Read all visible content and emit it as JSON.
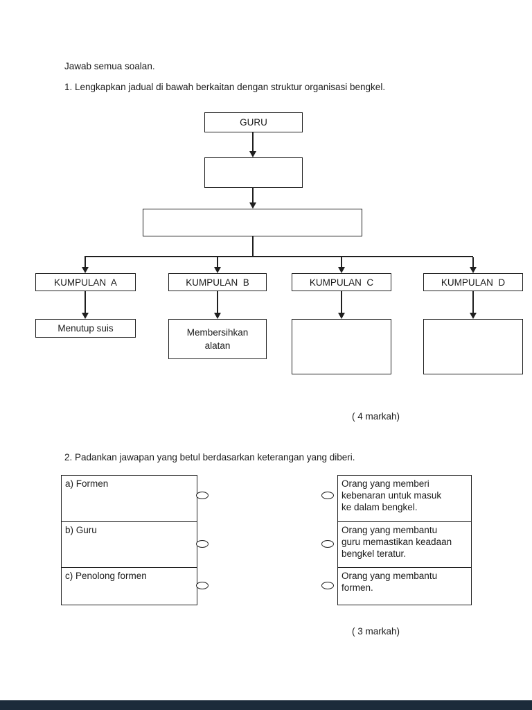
{
  "page": {
    "instruction": "Jawab semua soalan.",
    "footer_bar_color": "#1c2b3a"
  },
  "q1": {
    "prompt": "1. Lengkapkan jadual di bawah berkaitan dengan struktur organisasi bengkel.",
    "marks": "( 4 markah)",
    "chart": {
      "type": "org-chart",
      "root": "GURU",
      "level2_blank": "",
      "level3_blank": "",
      "groups": [
        {
          "label": "KUMPULAN  A",
          "task": "Menutup suis"
        },
        {
          "label": "KUMPULAN  B",
          "task": "Membersihkan alatan"
        },
        {
          "label": "KUMPULAN  C",
          "task": ""
        },
        {
          "label": "KUMPULAN  D",
          "task": ""
        }
      ]
    }
  },
  "q2": {
    "prompt": "2. Padankan jawapan yang betul berdasarkan keterangan yang diberi.",
    "marks": "( 3 markah)",
    "left_items": [
      {
        "label": "a) Formen"
      },
      {
        "label": "b) Guru"
      },
      {
        "label": "c) Penolong formen"
      }
    ],
    "right_items": [
      {
        "text": "Orang yang memberi kebenaran untuk masuk ke dalam bengkel.",
        "lines": [
          "Orang yang memberi",
          "kebenaran untuk masuk",
          "ke dalam bengkel."
        ]
      },
      {
        "text": "Orang yang membantu guru memastikan keadaan bengkel teratur.",
        "lines": [
          "Orang yang membantu",
          "guru memastikan keadaan",
          "bengkel teratur."
        ]
      },
      {
        "text": "Orang yang membantu formen.",
        "lines": [
          "Orang yang membantu",
          "formen."
        ]
      }
    ]
  }
}
